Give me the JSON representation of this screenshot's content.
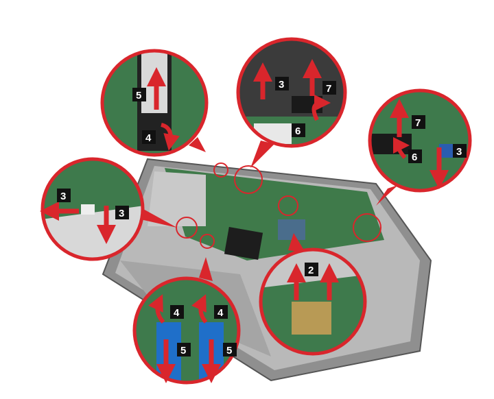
{
  "colors": {
    "callout_ring": "#d9262c",
    "arrow": "#d9262c",
    "label_bg": "#111111",
    "label_text": "#ffffff",
    "board": "#3f7a4a",
    "chassis": "#9a9a9a"
  },
  "callouts": [
    {
      "id": "top-left",
      "labels": [
        "5",
        "4"
      ]
    },
    {
      "id": "top-center",
      "labels": [
        "3",
        "7",
        "6"
      ]
    },
    {
      "id": "right",
      "labels": [
        "7",
        "6",
        "3"
      ]
    },
    {
      "id": "left",
      "labels": [
        "3",
        "3"
      ]
    },
    {
      "id": "bottom-left",
      "labels": [
        "4",
        "4",
        "5",
        "5"
      ]
    },
    {
      "id": "bottom-right",
      "labels": [
        "2"
      ]
    }
  ]
}
